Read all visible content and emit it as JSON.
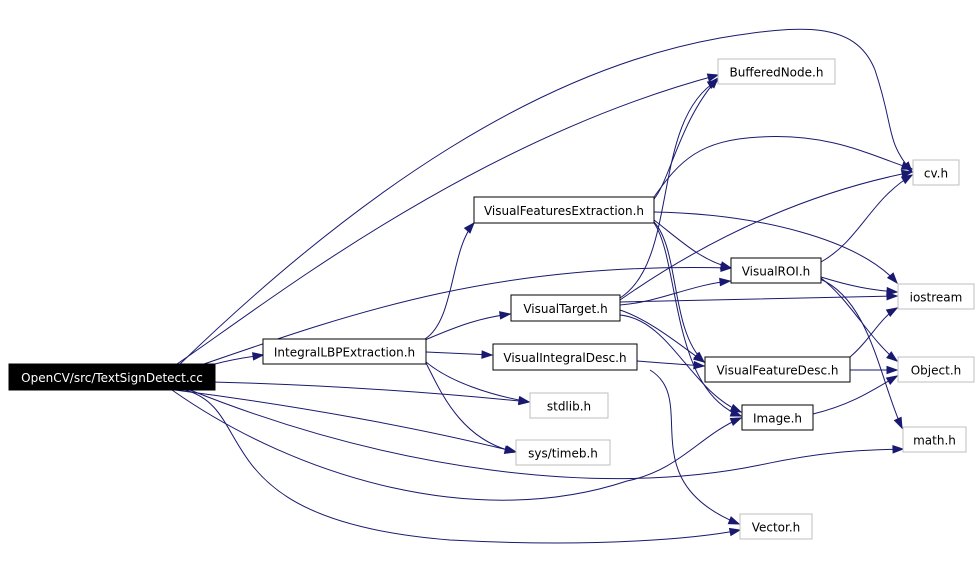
{
  "diagram": {
    "colors": {
      "edge": "#191970",
      "root_fill": "#000000",
      "root_text": "#ffffff",
      "node_border": "#000000",
      "external_border": "#bfbfbf",
      "background": "#ffffff"
    },
    "nodes": [
      {
        "id": "root",
        "label": "OpenCV/src/TextSignDetect.cc",
        "kind": "root"
      },
      {
        "id": "integral_lbp",
        "label": "IntegralLBPExtraction.h",
        "kind": "local"
      },
      {
        "id": "visual_features_extraction",
        "label": "VisualFeaturesExtraction.h",
        "kind": "local"
      },
      {
        "id": "visual_target",
        "label": "VisualTarget.h",
        "kind": "local"
      },
      {
        "id": "visual_integral_desc",
        "label": "VisualIntegralDesc.h",
        "kind": "local"
      },
      {
        "id": "visual_roi",
        "label": "VisualROI.h",
        "kind": "local"
      },
      {
        "id": "visual_feature_desc",
        "label": "VisualFeatureDesc.h",
        "kind": "local"
      },
      {
        "id": "image",
        "label": "Image.h",
        "kind": "local"
      },
      {
        "id": "buffered_node",
        "label": "BufferedNode.h",
        "kind": "external"
      },
      {
        "id": "cv",
        "label": "cv.h",
        "kind": "external"
      },
      {
        "id": "iostream",
        "label": "iostream",
        "kind": "external"
      },
      {
        "id": "object",
        "label": "Object.h",
        "kind": "external"
      },
      {
        "id": "math",
        "label": "math.h",
        "kind": "external"
      },
      {
        "id": "stdlib",
        "label": "stdlib.h",
        "kind": "external"
      },
      {
        "id": "sys_timeb",
        "label": "sys/timeb.h",
        "kind": "external"
      },
      {
        "id": "vector",
        "label": "Vector.h",
        "kind": "external"
      }
    ],
    "edges": [
      {
        "from": "root",
        "to": "integral_lbp"
      },
      {
        "from": "root",
        "to": "buffered_node"
      },
      {
        "from": "root",
        "to": "cv"
      },
      {
        "from": "root",
        "to": "visual_roi"
      },
      {
        "from": "root",
        "to": "stdlib"
      },
      {
        "from": "root",
        "to": "sys_timeb"
      },
      {
        "from": "root",
        "to": "image"
      },
      {
        "from": "root",
        "to": "math"
      },
      {
        "from": "root",
        "to": "vector"
      },
      {
        "from": "integral_lbp",
        "to": "visual_features_extraction"
      },
      {
        "from": "integral_lbp",
        "to": "visual_target"
      },
      {
        "from": "integral_lbp",
        "to": "visual_integral_desc"
      },
      {
        "from": "integral_lbp",
        "to": "stdlib"
      },
      {
        "from": "integral_lbp",
        "to": "sys_timeb"
      },
      {
        "from": "visual_features_extraction",
        "to": "buffered_node"
      },
      {
        "from": "visual_features_extraction",
        "to": "cv"
      },
      {
        "from": "visual_features_extraction",
        "to": "iostream"
      },
      {
        "from": "visual_features_extraction",
        "to": "visual_roi"
      },
      {
        "from": "visual_features_extraction",
        "to": "visual_feature_desc"
      },
      {
        "from": "visual_features_extraction",
        "to": "image"
      },
      {
        "from": "visual_target",
        "to": "buffered_node"
      },
      {
        "from": "visual_target",
        "to": "cv"
      },
      {
        "from": "visual_target",
        "to": "visual_roi"
      },
      {
        "from": "visual_target",
        "to": "iostream"
      },
      {
        "from": "visual_target",
        "to": "visual_feature_desc"
      },
      {
        "from": "visual_target",
        "to": "image"
      },
      {
        "from": "visual_integral_desc",
        "to": "visual_feature_desc"
      },
      {
        "from": "visual_integral_desc",
        "to": "vector"
      },
      {
        "from": "visual_roi",
        "to": "cv"
      },
      {
        "from": "visual_roi",
        "to": "iostream"
      },
      {
        "from": "visual_roi",
        "to": "object"
      },
      {
        "from": "visual_roi",
        "to": "math"
      },
      {
        "from": "visual_feature_desc",
        "to": "object"
      },
      {
        "from": "visual_feature_desc",
        "to": "iostream"
      },
      {
        "from": "image",
        "to": "object"
      }
    ]
  }
}
